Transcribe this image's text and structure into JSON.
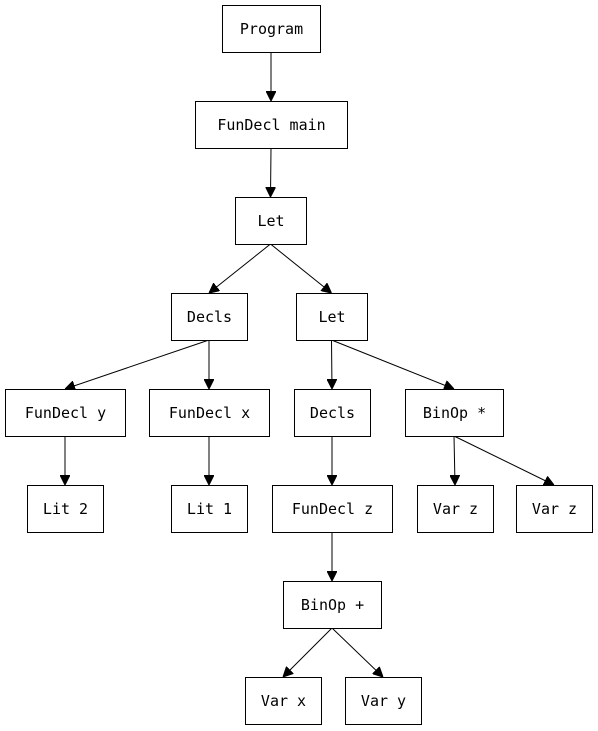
{
  "nodes": [
    {
      "id": "program",
      "label": "Program"
    },
    {
      "id": "fundecl-main",
      "label": "FunDecl main"
    },
    {
      "id": "let-outer",
      "label": "Let"
    },
    {
      "id": "decls-left",
      "label": "Decls"
    },
    {
      "id": "let-inner",
      "label": "Let"
    },
    {
      "id": "fundecl-y",
      "label": "FunDecl y"
    },
    {
      "id": "fundecl-x",
      "label": "FunDecl x"
    },
    {
      "id": "decls-right",
      "label": "Decls"
    },
    {
      "id": "binop-mul",
      "label": "BinOp *"
    },
    {
      "id": "lit-2",
      "label": "Lit 2"
    },
    {
      "id": "lit-1",
      "label": "Lit 1"
    },
    {
      "id": "fundecl-z",
      "label": "FunDecl z"
    },
    {
      "id": "var-z-1",
      "label": "Var z"
    },
    {
      "id": "var-z-2",
      "label": "Var z"
    },
    {
      "id": "binop-add",
      "label": "BinOp +"
    },
    {
      "id": "var-x",
      "label": "Var x"
    },
    {
      "id": "var-y",
      "label": "Var y"
    }
  ],
  "edges": [
    {
      "from": "program",
      "to": "fundecl-main"
    },
    {
      "from": "fundecl-main",
      "to": "let-outer"
    },
    {
      "from": "let-outer",
      "to": "decls-left"
    },
    {
      "from": "let-outer",
      "to": "let-inner"
    },
    {
      "from": "decls-left",
      "to": "fundecl-y"
    },
    {
      "from": "decls-left",
      "to": "fundecl-x"
    },
    {
      "from": "let-inner",
      "to": "decls-right"
    },
    {
      "from": "let-inner",
      "to": "binop-mul"
    },
    {
      "from": "fundecl-y",
      "to": "lit-2"
    },
    {
      "from": "fundecl-x",
      "to": "lit-1"
    },
    {
      "from": "decls-right",
      "to": "fundecl-z"
    },
    {
      "from": "binop-mul",
      "to": "var-z-1"
    },
    {
      "from": "binop-mul",
      "to": "var-z-2"
    },
    {
      "from": "fundecl-z",
      "to": "binop-add"
    },
    {
      "from": "binop-add",
      "to": "var-x"
    },
    {
      "from": "binop-add",
      "to": "var-y"
    }
  ]
}
